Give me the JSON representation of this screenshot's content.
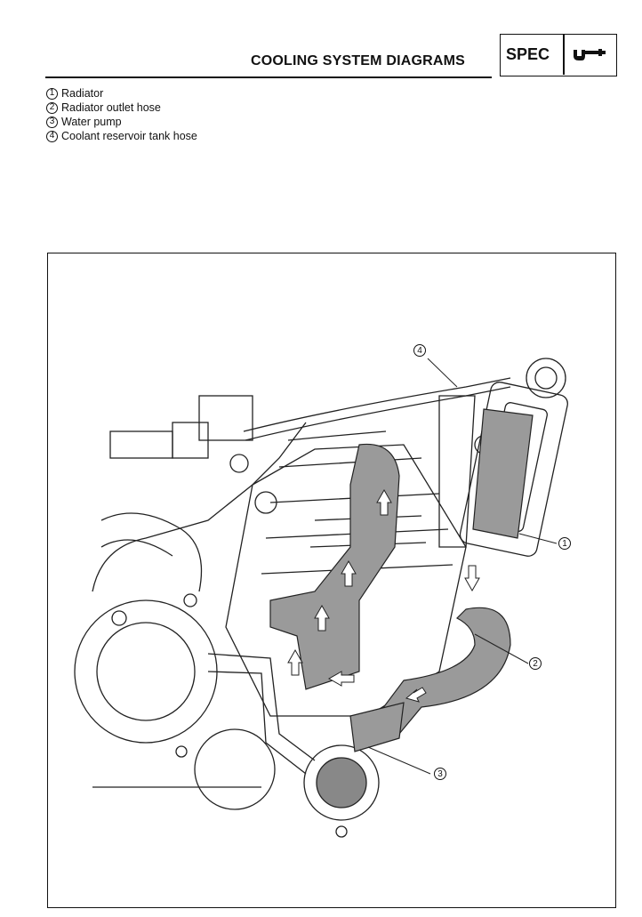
{
  "header": {
    "title": "COOLING SYSTEM DIAGRAMS",
    "section_label": "SPEC",
    "section_icon": "wrench-icon"
  },
  "legend": [
    {
      "num": "1",
      "label": "Radiator"
    },
    {
      "num": "2",
      "label": "Radiator outlet hose"
    },
    {
      "num": "3",
      "label": "Water pump"
    },
    {
      "num": "4",
      "label": "Coolant reservoir tank hose"
    }
  ],
  "diagram": {
    "callouts": [
      "1",
      "2",
      "3",
      "4"
    ]
  }
}
